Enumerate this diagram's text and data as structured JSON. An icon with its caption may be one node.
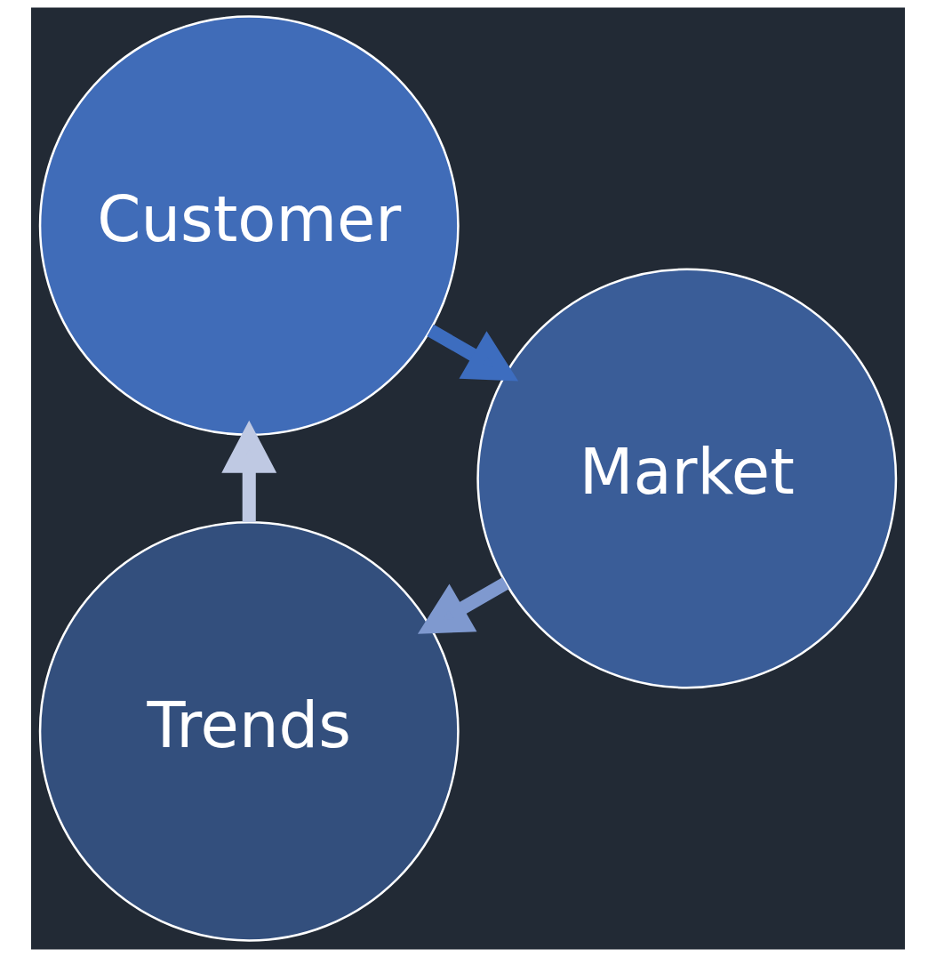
{
  "diagram": {
    "nodes": [
      {
        "text": [
          "Trends"
        ]
      },
      {
        "text": [
          "Customer"
        ]
      },
      {
        "text": [
          "Market"
        ]
      }
    ],
    "edges": [
      {
        "from": 0,
        "to": 1,
        "arrow": "to",
        "color": "#bfc9e3"
      },
      {
        "from": 1,
        "to": 2,
        "arrow": "to",
        "color": "#3d6dbf"
      },
      {
        "from": 2,
        "to": 0,
        "arrow": "to",
        "color": "#7f99cf"
      }
    ]
  }
}
